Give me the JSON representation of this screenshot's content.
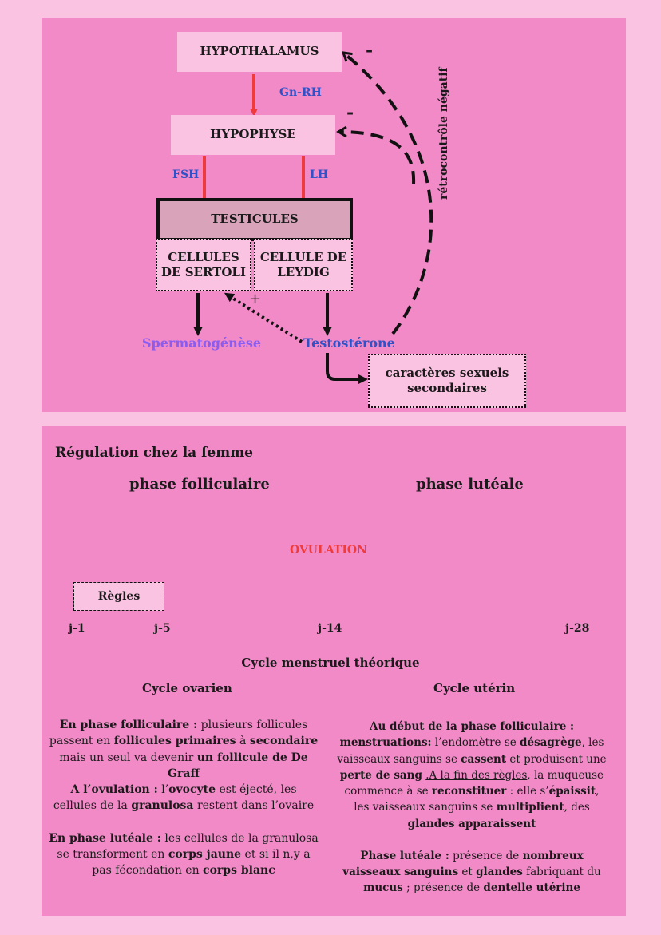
{
  "male": {
    "hypothalamus": "HYPOTHALAMUS",
    "gnrh": "Gn-RH",
    "hypophyse": "HYPOPHYSE",
    "fsh": "FSH",
    "lh": "LH",
    "testicules": "TESTICULES",
    "sertoli_line1": "CELLULES",
    "sertoli_line2": "DE SERTOLI",
    "leydig_line1": "CELLULE DE",
    "leydig_line2": "LEYDIG",
    "plus": "+",
    "minus_top": "-",
    "minus_mid": "-",
    "spermatogenese": "Spermatogénèse",
    "testosterone": "Testostérone",
    "secondary_line1": "caractères sexuels",
    "secondary_line2": "secondaires",
    "retrocontrole": "rétrocontrôle négatif"
  },
  "female": {
    "title": "Régulation chez la femme",
    "phase_follicular": "phase  folliculaire",
    "phase_luteal": "phase lutéale",
    "ovulation": "OVULATION",
    "regles": "Règles",
    "ticks": [
      "j-1",
      "j-5",
      "j-14",
      "j-28"
    ],
    "cycle_caption": "Cycle menstruel",
    "cycle_caption_underlined": "théorique",
    "ovarian_title": "Cycle ovarien",
    "uterine_title": "Cycle utérin"
  },
  "colors": {
    "background": "#fbc3e2",
    "panel": "#f28ac8",
    "box": "#fbc3e2",
    "testicules": "#d9a3ba",
    "red_arrow": "#ef3b3b",
    "blue_label": "#2f52c9",
    "purple": "#8a5cf0",
    "ovulation": "#ef3b3b"
  }
}
